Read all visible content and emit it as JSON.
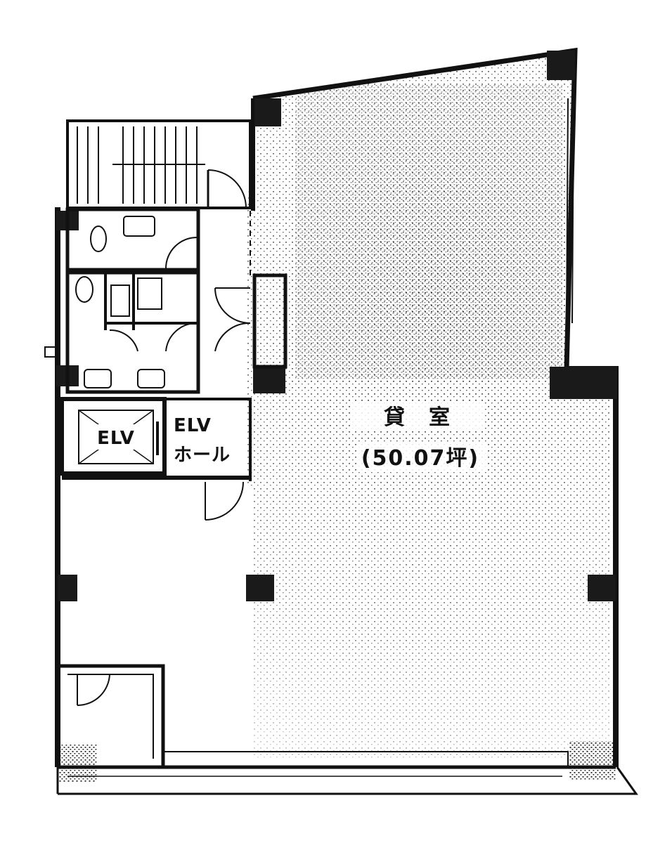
{
  "plan": {
    "room_name": "貸　室",
    "room_area": "(50.07坪)",
    "elevator_label": "ELV",
    "hall_label_line1": "ELV",
    "hall_label_line2": "ホール"
  },
  "colors": {
    "ink": "#111111",
    "paper": "#ffffff",
    "fill_dark": "#1a1a1a"
  }
}
